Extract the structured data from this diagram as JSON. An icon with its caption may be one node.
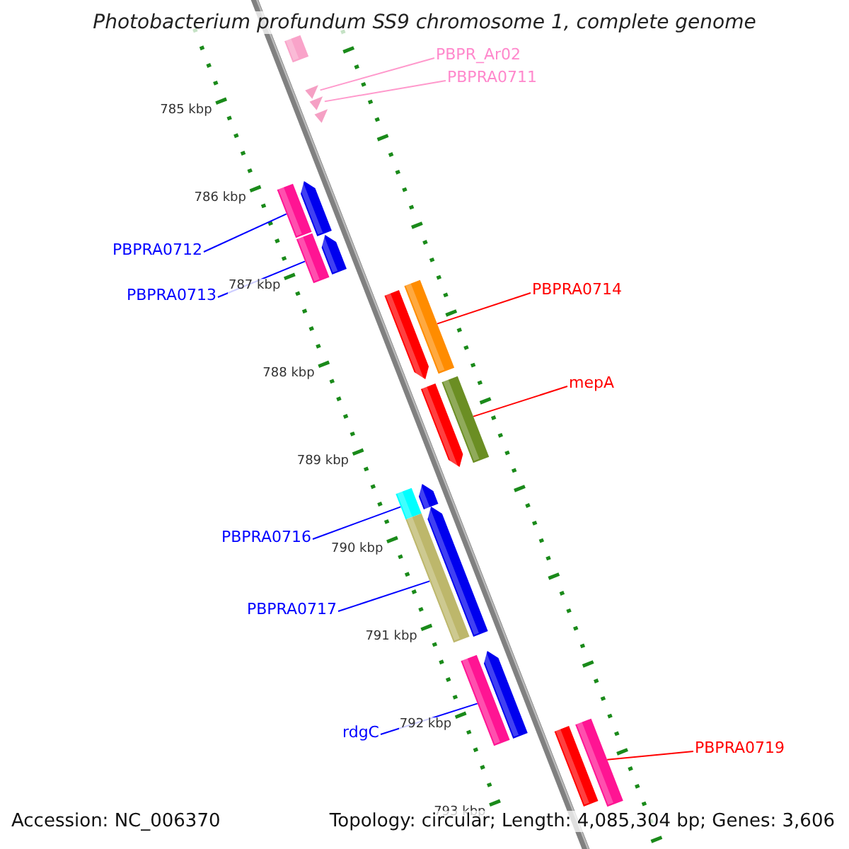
{
  "diagram": {
    "title": "Photobacterium profundum SS9 chromosome 1, complete genome",
    "nodes": [
      {
        "text": [
          "PBPR_Ar02"
        ]
      },
      {
        "text": [
          "PBPRA0711"
        ]
      },
      {
        "text": [
          "PBPRA0712"
        ]
      },
      {
        "text": [
          "PBPRA0713"
        ]
      },
      {
        "text": [
          "PBPRA0714"
        ]
      },
      {
        "text": [
          "mepA"
        ]
      },
      {
        "text": [
          "PBPRA0716"
        ]
      },
      {
        "text": [
          "PBPRA0717"
        ]
      },
      {
        "text": [
          "rdgC"
        ]
      },
      {
        "text": [
          "PBPRA0719"
        ]
      },
      {
        "text": [],
        "shape": "bar"
      },
      {
        "text": [],
        "shape": "triangle"
      },
      {
        "text": [],
        "shape": "triangle"
      },
      {
        "text": [],
        "shape": "triangle"
      },
      {
        "text": [],
        "shape": "bar"
      },
      {
        "text": [],
        "shape": "bar"
      },
      {
        "text": [],
        "shape": "bar"
      },
      {
        "text": [],
        "shape": "bar"
      },
      {
        "text": [],
        "shape": "bar"
      },
      {
        "text": [],
        "shape": "bar"
      },
      {
        "text": [],
        "shape": "bar"
      },
      {
        "text": [],
        "shape": "bar"
      }
    ],
    "edges": [
      {
        "from": 0,
        "to": 11,
        "arrow": "none",
        "color": "#ff99cc"
      },
      {
        "from": 1,
        "to": 12,
        "arrow": "none",
        "color": "#ff99cc"
      },
      {
        "from": 2,
        "to": 14,
        "arrow": "none"
      },
      {
        "from": 3,
        "to": 15,
        "arrow": "none"
      },
      {
        "from": 4,
        "to": 16,
        "arrow": "none",
        "color": "#ff0000"
      },
      {
        "from": 5,
        "to": 17,
        "arrow": "none",
        "color": "#ff0000"
      },
      {
        "from": 6,
        "to": 18,
        "arrow": "none"
      },
      {
        "from": 7,
        "to": 19,
        "arrow": "none"
      },
      {
        "from": 8,
        "to": 20,
        "arrow": "none"
      },
      {
        "from": 9,
        "to": 21,
        "arrow": "none",
        "color": "#ff0000"
      }
    ],
    "labels": [
      "785 kbp",
      "786 kbp",
      "787 kbp",
      "788 kbp",
      "789 kbp",
      "790 kbp",
      "791 kbp",
      "792 kbp",
      "793 kbp",
      "Accession: NC_006370",
      "Topology: circular; Length: 4,085,304 bp; Genes: 3,606"
    ]
  }
}
